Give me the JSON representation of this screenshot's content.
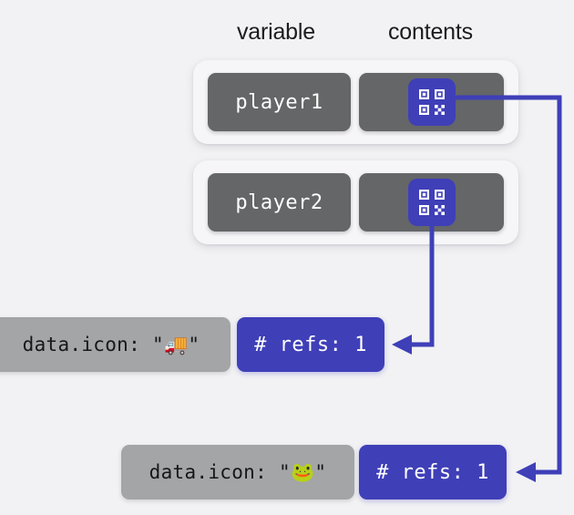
{
  "background_color": "#f2f2f4",
  "accent_color": "#3f3fb8",
  "headers": {
    "variable": "variable",
    "contents": "contents"
  },
  "frames": [
    {
      "variable": "player1",
      "contents_icon": "qr-code-pointer-icon",
      "points_to": "refs-box-2"
    },
    {
      "variable": "player2",
      "contents_icon": "qr-code-pointer-icon",
      "points_to": "refs-box-1"
    }
  ],
  "heap_objects": [
    {
      "label_prefix": "data.icon: \"",
      "emoji": "🚚",
      "emoji_name": "delivery-truck-emoji",
      "label_suffix": "\"",
      "refs_label": "# refs: 1",
      "refs_count": 1
    },
    {
      "label_prefix": "data.icon: \"",
      "emoji": "🐸",
      "emoji_name": "frog-face-emoji",
      "label_suffix": "\"",
      "refs_label": "# refs: 1",
      "refs_count": 1
    }
  ],
  "colors": {
    "variable_box": "#646668",
    "contents_box": "#646668",
    "heap_box": "#a3a5a7",
    "refs_box": "#3f3fb8",
    "frame_box": "#f6f6f8",
    "connector": "#3f3fb8"
  }
}
